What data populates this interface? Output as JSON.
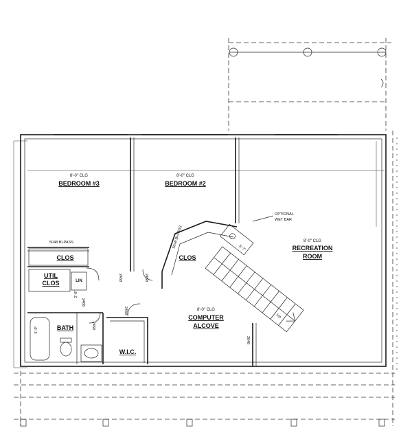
{
  "rooms": {
    "bedroom3": {
      "name": "BEDROOM #3",
      "ceiling": "8'-0\" CLG"
    },
    "bedroom2": {
      "name": "BEDROOM #2",
      "ceiling": "8'-0\" CLG"
    },
    "recreation": {
      "name_line1": "RECREATION",
      "name_line2": "ROOM",
      "ceiling": "8'-0\" CLG"
    },
    "computer": {
      "name_line1": "COMPUTER",
      "name_line2": "ALCOVE",
      "ceiling": "8'-0\" CLG"
    },
    "clos_left": {
      "name": "CLOS"
    },
    "clos_mid": {
      "name": "CLOS"
    },
    "util_clos": {
      "name_line1": "UTIL",
      "name_line2": "CLOS"
    },
    "lin": {
      "name": "LIN"
    },
    "bath": {
      "name": "BATH"
    },
    "wic": {
      "name": "W.I.C."
    }
  },
  "notes": {
    "wet_bar_line1": "OPTIONAL",
    "wet_bar_line2": "WET BAR",
    "bipass_left": "5048 BI-PASS",
    "bipass_mid": "5048 BI-PASS",
    "stair_up": "UP"
  },
  "dims": {
    "d1": "2468",
    "d2": "2468",
    "d3": "2468",
    "d4": "2468",
    "d5": "2468",
    "d6": "3048",
    "d7": "5'-0\"",
    "d8": "2'-8\"",
    "d9": "5'-7\""
  }
}
